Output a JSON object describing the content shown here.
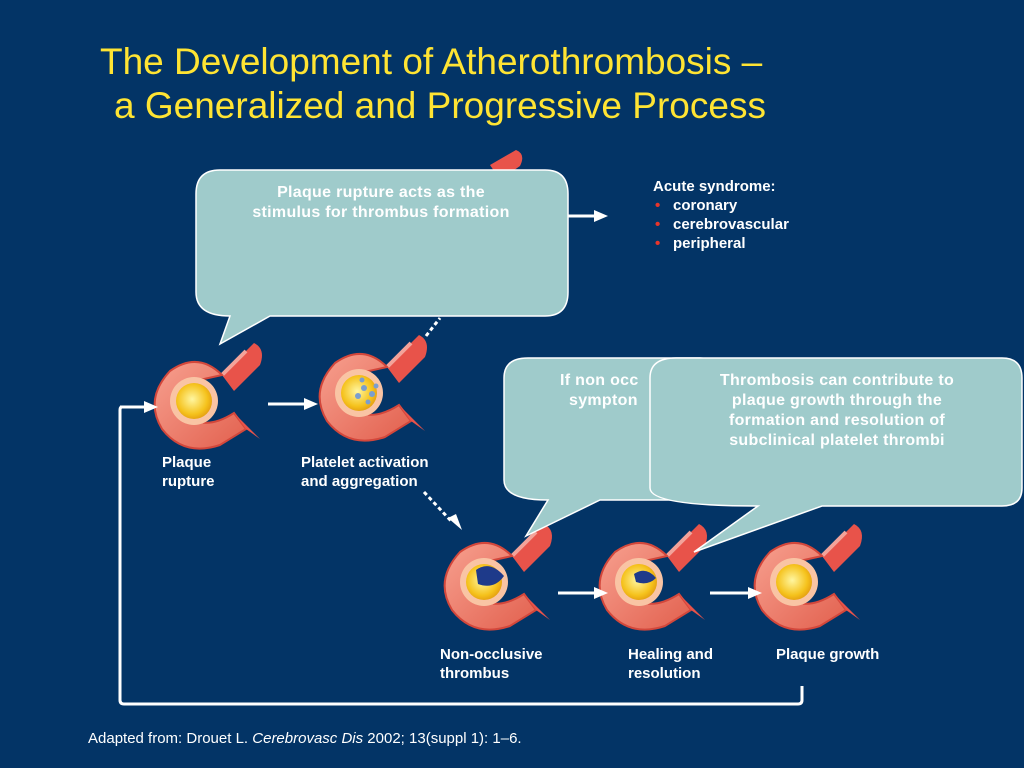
{
  "slide": {
    "title_line1": "The Development of Atherothrombosis –",
    "title_line2": "a Generalized and Progressive Process"
  },
  "stages": {
    "plaque_rupture": [
      "Plaque",
      "rupture"
    ],
    "platelet_activation": [
      "Platelet activation",
      "and aggregation"
    ],
    "non_occlusive": [
      "Non-occlusive",
      "thrombus"
    ],
    "healing": [
      "Healing and",
      "resolution"
    ],
    "plaque_growth": "Plaque growth"
  },
  "acute_syndrome": {
    "heading": "Acute syndrome:",
    "items": [
      "coronary",
      "cerebrovascular",
      "peripheral"
    ]
  },
  "callouts": {
    "rupture": [
      "Plaque rupture acts as the",
      "stimulus for thrombus formation"
    ],
    "non_occlusive_partial": [
      "If non occ",
      "sympton"
    ],
    "thrombosis": [
      "Thrombosis can contribute to",
      "plaque growth through the",
      "formation and resolution of",
      "subclinical platelet thrombi"
    ]
  },
  "citation": {
    "prefix": "Adapted from: Drouet L. ",
    "journal": "Cerebrovasc Dis",
    "suffix": " 2002; 13(suppl 1): 1–6."
  },
  "colors": {
    "background": "#033466",
    "title": "#FFE433",
    "callout_fill": "#9FCBCB",
    "bullet": "#E8352B"
  }
}
